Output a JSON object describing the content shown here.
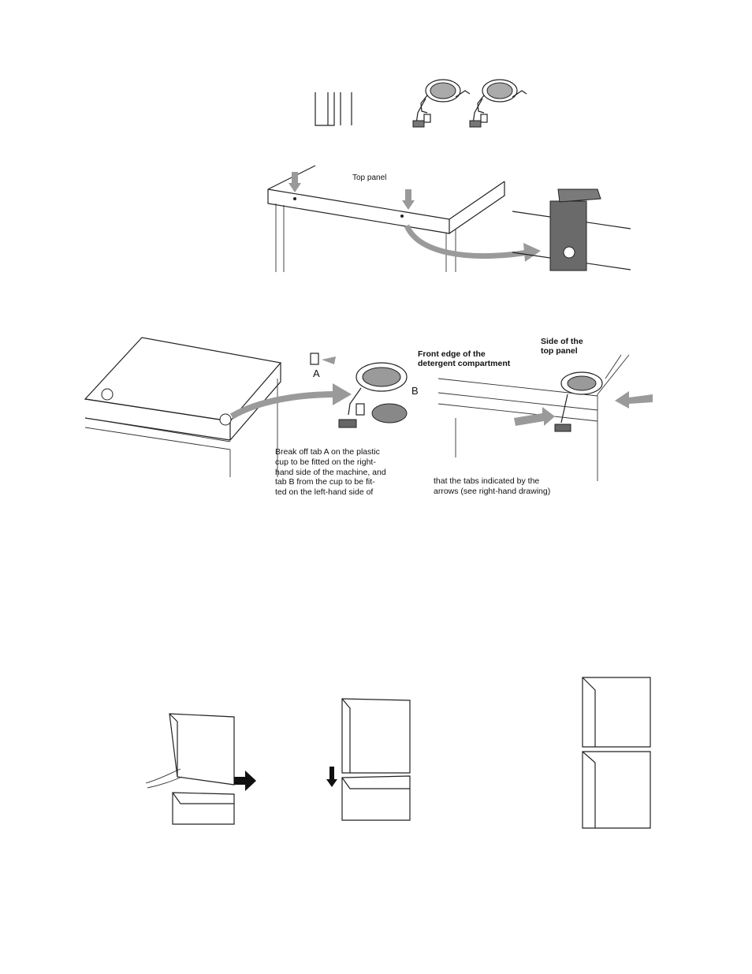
{
  "labels": {
    "top_panel": "Top panel",
    "tab_a": "A",
    "tab_b": "B",
    "front_edge_line1": "Front edge of the",
    "front_edge_line2": "detergent compartment",
    "side_top_line1": "Side of the",
    "side_top_line2": "top panel"
  },
  "instructions": {
    "left_column": [
      "Break off tab A on the plastic",
      "cup to be fitted on the right-",
      "hand side of the machine, and",
      "tab B from the cup to be fit-",
      "ted on the left-hand side of"
    ],
    "right_column": [
      "that the tabs indicated by the",
      "arrows (see right-hand drawing)"
    ]
  },
  "icons": {
    "parts": "plastic-cup-parts-icon",
    "hinge": "bracket-icon"
  }
}
